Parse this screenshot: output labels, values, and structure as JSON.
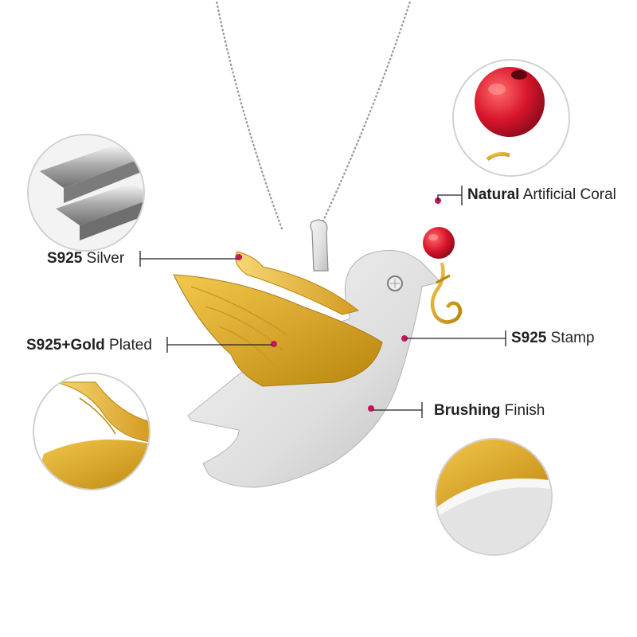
{
  "colors": {
    "accent": "#c2185b",
    "gold": "#d9a62e",
    "silver": "#d8d8d8",
    "coral": "#d7142b",
    "text": "#222222"
  },
  "callouts": {
    "silver": {
      "bold": "S925",
      "regular": "Silver"
    },
    "gold_plated": {
      "bold": "S925+Gold",
      "regular": "Plated"
    },
    "coral": {
      "bold": "Natural",
      "regular": "Artificial Coral"
    },
    "stamp": {
      "bold": "S925",
      "regular": "Stamp"
    },
    "brushing": {
      "bold": "Brushing",
      "regular": "Finish"
    }
  }
}
